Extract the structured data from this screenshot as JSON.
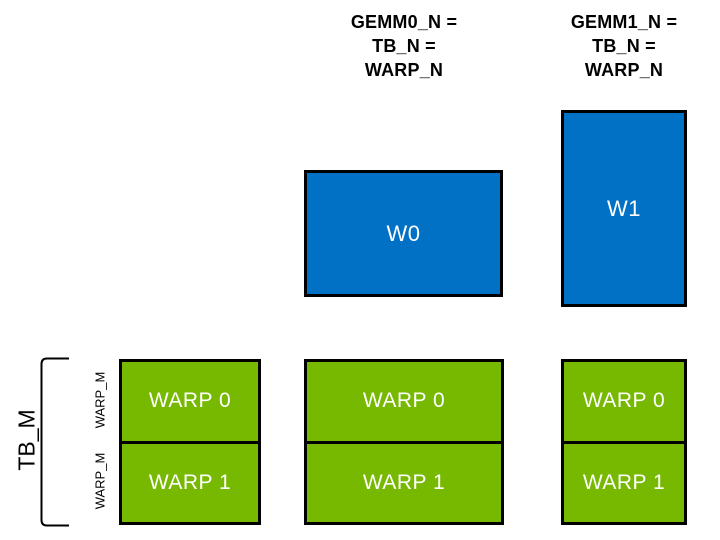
{
  "top_labels": [
    {
      "lines": [
        "GEMM0_N =",
        "TB_N =",
        "WARP_N"
      ]
    },
    {
      "lines": [
        "GEMM1_N =",
        "TB_N =",
        "WARP_N"
      ]
    }
  ],
  "blue_tiles": [
    {
      "label": "W0"
    },
    {
      "label": "W1"
    }
  ],
  "thread_block_columns": [
    {
      "rows": [
        {
          "label": "WARP 0"
        },
        {
          "label": "WARP 1"
        }
      ]
    },
    {
      "rows": [
        {
          "label": "WARP 0"
        },
        {
          "label": "WARP 1"
        }
      ]
    },
    {
      "rows": [
        {
          "label": "WARP 0"
        },
        {
          "label": "WARP 1"
        }
      ]
    }
  ],
  "left_axis": {
    "tb_label": "TB_M",
    "warp_m_labels": [
      "WARP_M",
      "WARP_M"
    ]
  },
  "colors": {
    "nvidia_green": "#76b900",
    "blue": "#0071c5",
    "outline": "#000000",
    "tile_text": "#ffffff",
    "annotation_text": "#000000"
  }
}
